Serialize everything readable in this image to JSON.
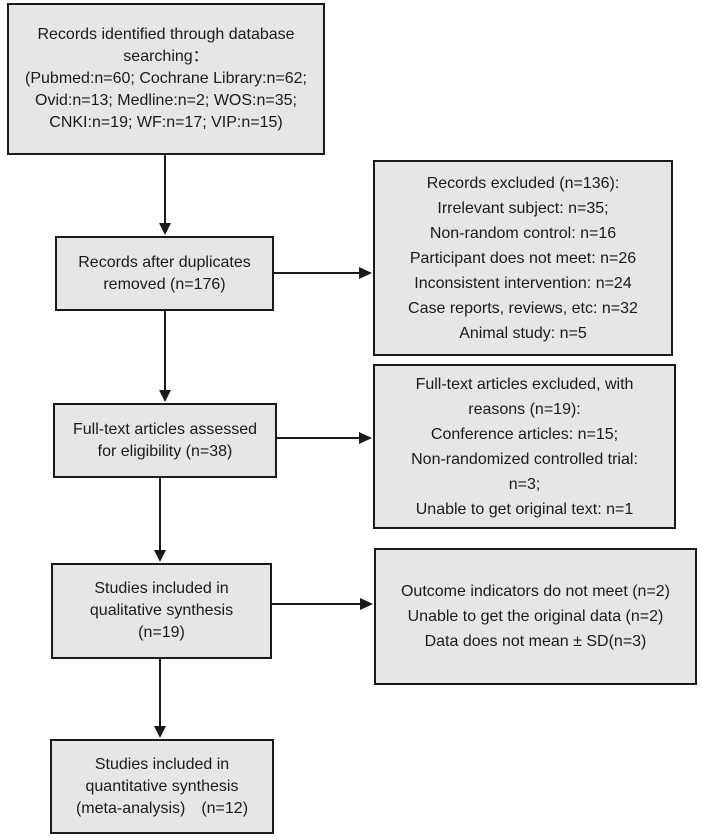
{
  "flowchart": {
    "identified": {
      "lines": [
        "Records identified through database",
        "searching：",
        "(Pubmed:n=60; Cochrane Library:n=62;",
        "Ovid:n=13; Medline:n=2; WOS:n=35;",
        "CNKI:n=19; WF:n=17; VIP:n=15)"
      ]
    },
    "duplicates_removed": {
      "lines": [
        "Records after duplicates",
        "removed (n=176)"
      ]
    },
    "records_excluded": {
      "lines": [
        "Records excluded (n=136):",
        "Irrelevant subject: n=35;",
        "Non-random control: n=16",
        "Participant does not meet: n=26",
        "Inconsistent intervention: n=24",
        "Case reports, reviews, etc: n=32",
        "Animal study: n=5"
      ]
    },
    "full_text_assessed": {
      "lines": [
        "Full-text articles assessed",
        "for eligibility (n=38)"
      ]
    },
    "full_text_excluded": {
      "lines": [
        "Full-text articles excluded, with",
        "reasons (n=19):",
        "Conference articles: n=15;",
        "Non-randomized controlled trial:",
        "n=3;",
        "Unable to get original text: n=1"
      ]
    },
    "qualitative": {
      "lines": [
        "Studies included in",
        "qualitative synthesis",
        "(n=19)"
      ]
    },
    "qualitative_excluded": {
      "lines": [
        "Outcome indicators do not meet (n=2)",
        "Unable to get the original data (n=2)",
        "Data does not mean ± SD(n=3)"
      ]
    },
    "quantitative": {
      "lines": [
        "Studies included in",
        "quantitative synthesis",
        "(meta-analysis)　(n=12)"
      ]
    }
  }
}
